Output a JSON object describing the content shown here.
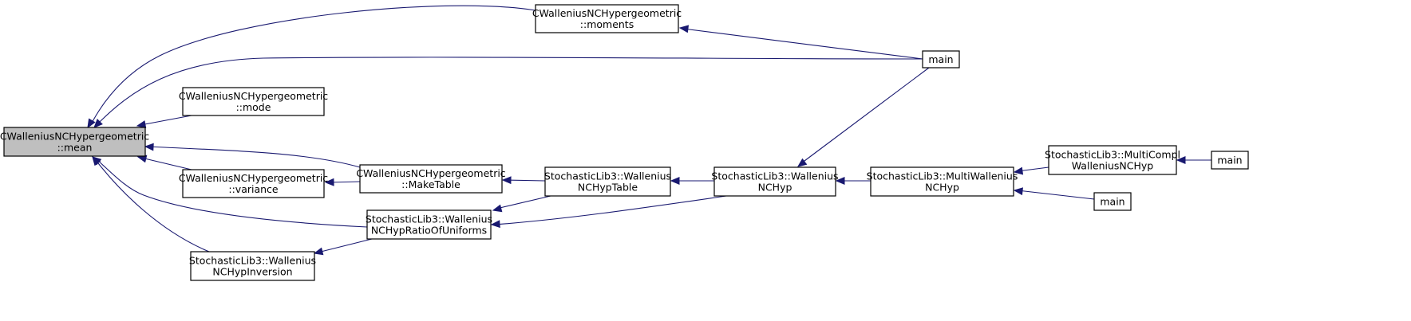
{
  "graph": {
    "edge_color": "#191970",
    "focus_fill": "#bfbfbf",
    "nodes": [
      {
        "id": "mean",
        "lines": [
          "CWalleniusNCHypergeometric",
          "::mean"
        ],
        "focus": true
      },
      {
        "id": "moments",
        "lines": [
          "CWalleniusNCHypergeometric",
          "::moments"
        ]
      },
      {
        "id": "main1",
        "lines": [
          "main"
        ]
      },
      {
        "id": "mode",
        "lines": [
          "CWalleniusNCHypergeometric",
          "::mode"
        ]
      },
      {
        "id": "variance",
        "lines": [
          "CWalleniusNCHypergeometric",
          "::variance"
        ]
      },
      {
        "id": "maketable",
        "lines": [
          "CWalleniusNCHypergeometric",
          "::MakeTable"
        ]
      },
      {
        "id": "ratio",
        "lines": [
          "StochasticLib3::Wallenius",
          "NCHypRatioOfUniforms"
        ]
      },
      {
        "id": "inversion",
        "lines": [
          "StochasticLib3::Wallenius",
          "NCHypInversion"
        ]
      },
      {
        "id": "hyptable",
        "lines": [
          "StochasticLib3::Wallenius",
          "NCHypTable"
        ]
      },
      {
        "id": "nchyp",
        "lines": [
          "StochasticLib3::Wallenius",
          "NCHyp"
        ]
      },
      {
        "id": "multiwall",
        "lines": [
          "StochasticLib3::MultiWallenius",
          "NCHyp"
        ]
      },
      {
        "id": "multicompl",
        "lines": [
          "StochasticLib3::MultiCompl",
          "WalleniusNCHyp"
        ]
      },
      {
        "id": "main2",
        "lines": [
          "main"
        ]
      },
      {
        "id": "main3",
        "lines": [
          "main"
        ]
      }
    ],
    "edges": [
      {
        "from": "moments",
        "to": "mean"
      },
      {
        "from": "main1",
        "to": "mean"
      },
      {
        "from": "mode",
        "to": "mean"
      },
      {
        "from": "maketable",
        "to": "mean"
      },
      {
        "from": "variance",
        "to": "mean"
      },
      {
        "from": "ratio",
        "to": "mean"
      },
      {
        "from": "inversion",
        "to": "mean"
      },
      {
        "from": "main1",
        "to": "moments"
      },
      {
        "from": "maketable",
        "to": "variance"
      },
      {
        "from": "hyptable",
        "to": "maketable"
      },
      {
        "from": "hyptable",
        "to": "ratio"
      },
      {
        "from": "nchyp",
        "to": "ratio"
      },
      {
        "from": "ratio",
        "to": "inversion"
      },
      {
        "from": "nchyp",
        "to": "hyptable"
      },
      {
        "from": "main1",
        "to": "nchyp"
      },
      {
        "from": "multiwall",
        "to": "nchyp"
      },
      {
        "from": "multicompl",
        "to": "multiwall"
      },
      {
        "from": "main3",
        "to": "multiwall"
      },
      {
        "from": "main2",
        "to": "multicompl"
      }
    ]
  }
}
